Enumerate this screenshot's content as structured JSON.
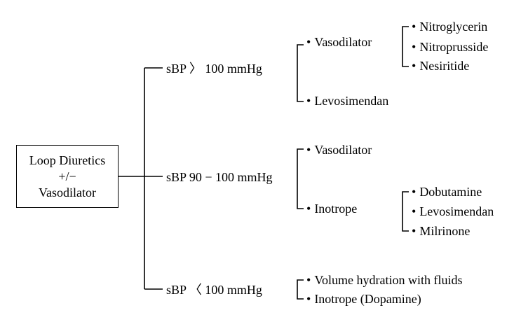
{
  "root": {
    "line1": "Loop Diuretics",
    "line2": "+/−",
    "line3": "Vasodilator"
  },
  "branches": [
    {
      "condition": "sBP 〉 100 mmHg",
      "options": [
        {
          "label": "Vasodilator",
          "items": [
            "Nitroglycerin",
            "Nitroprusside",
            "Nesiritide"
          ]
        },
        {
          "label": "Levosimendan"
        }
      ]
    },
    {
      "condition": "sBP 90 − 100 mmHg",
      "options": [
        {
          "label": "Vasodilator"
        },
        {
          "label": "Inotrope",
          "items": [
            "Dobutamine",
            "Levosimendan",
            "Milrinone"
          ]
        }
      ]
    },
    {
      "condition": "sBP 〈 100 mmHg",
      "options": [
        {
          "label": "Volume hydration with fluids"
        },
        {
          "label": "Inotrope (Dopamine)"
        }
      ]
    }
  ]
}
